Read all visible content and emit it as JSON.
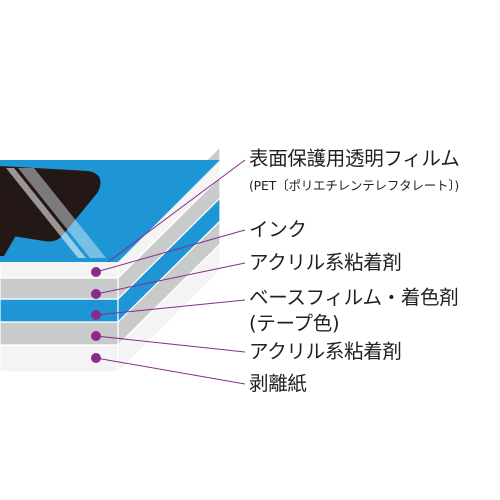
{
  "labels": {
    "surface_film": "表面保護用透明フィルム",
    "surface_film_sub": "(PET〔ポリエチレンテレフタレート〕)",
    "ink": "インク",
    "acrylic_adhesive_1": "アクリル系粘着剤",
    "base_film": "ベースフィルム・着色剤",
    "base_film_sub": "(テープ色)",
    "acrylic_adhesive_2": "アクリル系粘着剤",
    "release_paper": "剥離紙"
  },
  "colors": {
    "surface_blue": "#1e96d6",
    "print_dark": "#231815",
    "layer_gray": "#c9caca",
    "layer_white": "#f4f4f4",
    "layer_blue": "#1e96d6",
    "leader_purple": "#8a2a8d",
    "text": "#231f20"
  }
}
